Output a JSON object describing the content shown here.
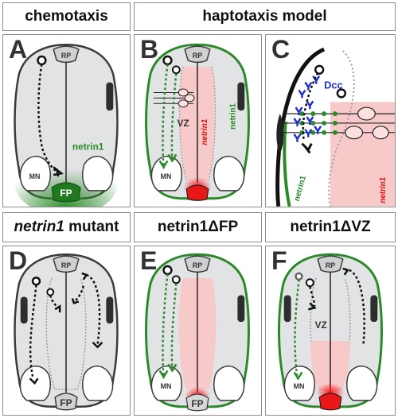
{
  "headers": {
    "chemotaxis": "chemotaxis",
    "haptotaxis_model": "haptotaxis model",
    "mutant_gene": "netrin1",
    "mutant_suffix": " mutant",
    "netrin1_dFP": "netrin1ΔFP",
    "netrin1_dVZ": "netrin1ΔVZ"
  },
  "panels": {
    "A": {
      "letter": "A",
      "rp": "RP",
      "netrin": "netrin1",
      "mn": "MN",
      "fp": "FP"
    },
    "B": {
      "letter": "B",
      "rp": "RP",
      "vz": "VZ",
      "netrin_red": "netrin1",
      "netrin_green": "netrin1",
      "mn": "MN"
    },
    "C": {
      "letter": "C",
      "dcc": "Dcc",
      "netrin_green": "netrin1",
      "netrin_red": "netrin1"
    },
    "D": {
      "letter": "D",
      "rp": "RP",
      "fp": "FP"
    },
    "E": {
      "letter": "E",
      "rp": "RP",
      "mn": "MN",
      "fp": "FP"
    },
    "F": {
      "letter": "F",
      "rp": "RP",
      "vz": "VZ",
      "mn": "MN"
    }
  },
  "colors": {
    "green": "#2a8a2a",
    "red": "#dd1111",
    "blue": "#1f2fd0",
    "pink": "#f8c9c9"
  }
}
